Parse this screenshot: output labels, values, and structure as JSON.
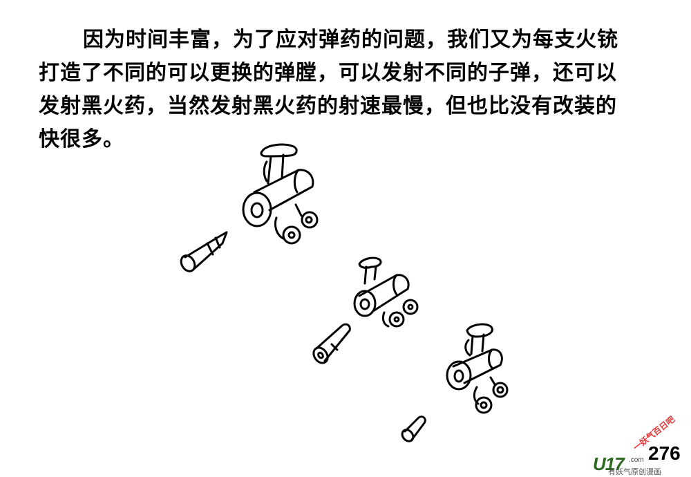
{
  "caption": {
    "lines": [
      "因为时间丰富，为了应对弹药的问题，我们又为每支火铳",
      "打造了不同的可以更换的弹膛，可以发射不同的子弹，还可以",
      "发射黑火药，当然发射黑火药的射速最慢，但也比没有改装的",
      "快很多。"
    ]
  },
  "page_number": "276",
  "watermark": {
    "logo": "U17",
    "domain": ".com",
    "slogan": "有妖气原创漫画",
    "stamp": "一妖气百日吧"
  },
  "illustration": {
    "items": [
      "cannon-with-bullet",
      "cannon-with-cartridge",
      "cannon-with-shell"
    ]
  }
}
